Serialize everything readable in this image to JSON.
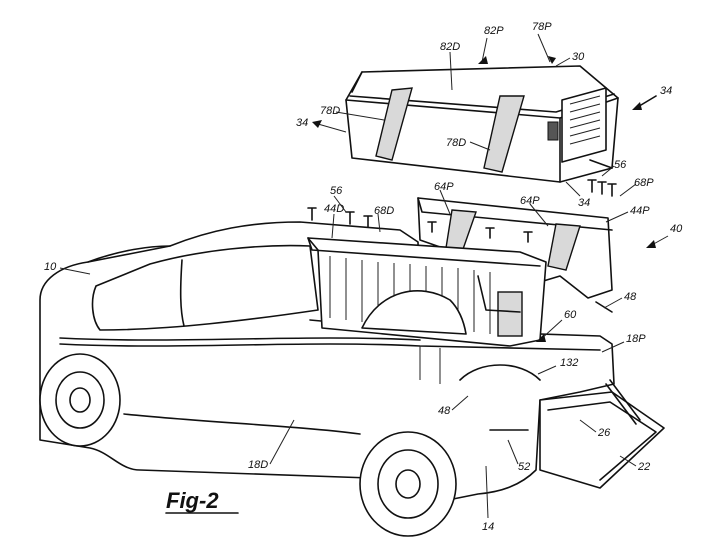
{
  "figure": {
    "title": "Fig-2"
  },
  "labels": {
    "l82P": "82P",
    "l78Ptop": "78P",
    "l82D": "82D",
    "l30": "30",
    "l34right": "34",
    "l34left": "34",
    "l78Dleft": "78D",
    "l78Dfront": "78D",
    "l56right": "56",
    "l34mid": "34",
    "l68P": "68P",
    "l64Pa": "64P",
    "l64Pb": "64P",
    "l44P": "44P",
    "l56left": "56",
    "l44D": "44D",
    "l68D": "68D",
    "l40": "40",
    "l10": "10",
    "l48right": "48",
    "l60": "60",
    "l18P": "18P",
    "l132": "132",
    "l48left": "48",
    "l26": "26",
    "l52": "52",
    "l18D": "18D",
    "l22": "22",
    "l14": "14"
  }
}
